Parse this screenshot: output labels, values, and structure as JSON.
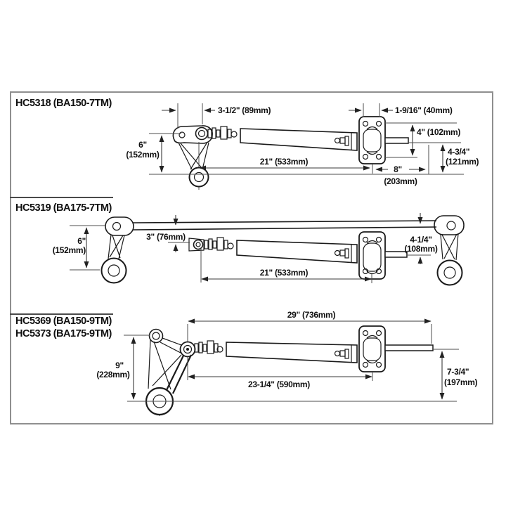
{
  "diagram": {
    "sections": [
      {
        "title": "HC5318 (BA150-7TM)",
        "labels": {
          "arm_offset": "3-1/2\" (89mm)",
          "hole_spacing": "1-9/16\" (40mm)",
          "plate_height": "4\" (102mm)",
          "tiller_in": "6\"",
          "tiller_mm": "(152mm)",
          "length": "21\" (533mm)",
          "rod_in": "8\"",
          "rod_mm": "(203mm)",
          "drop_in": "4-3/4\"",
          "drop_mm": "(121mm)"
        }
      },
      {
        "title": "HC5319 (BA175-7TM)",
        "labels": {
          "tiller_in": "6\"",
          "tiller_mm": "(152mm)",
          "link_offset": "3\" (76mm)",
          "drop_in": "4-1/4\"",
          "drop_mm": "(108mm)",
          "length": "21\" (533mm)"
        }
      },
      {
        "title": "HC5369 (BA150-9TM)",
        "title2": "HC5373 (BA175-9TM)",
        "labels": {
          "overall_length": "29\" (736mm)",
          "tiller_in": "9\"",
          "tiller_mm": "(228mm)",
          "length": "23-1/4\" (590mm)",
          "drop_in": "7-3/4\"",
          "drop_mm": "(197mm)"
        }
      }
    ]
  }
}
